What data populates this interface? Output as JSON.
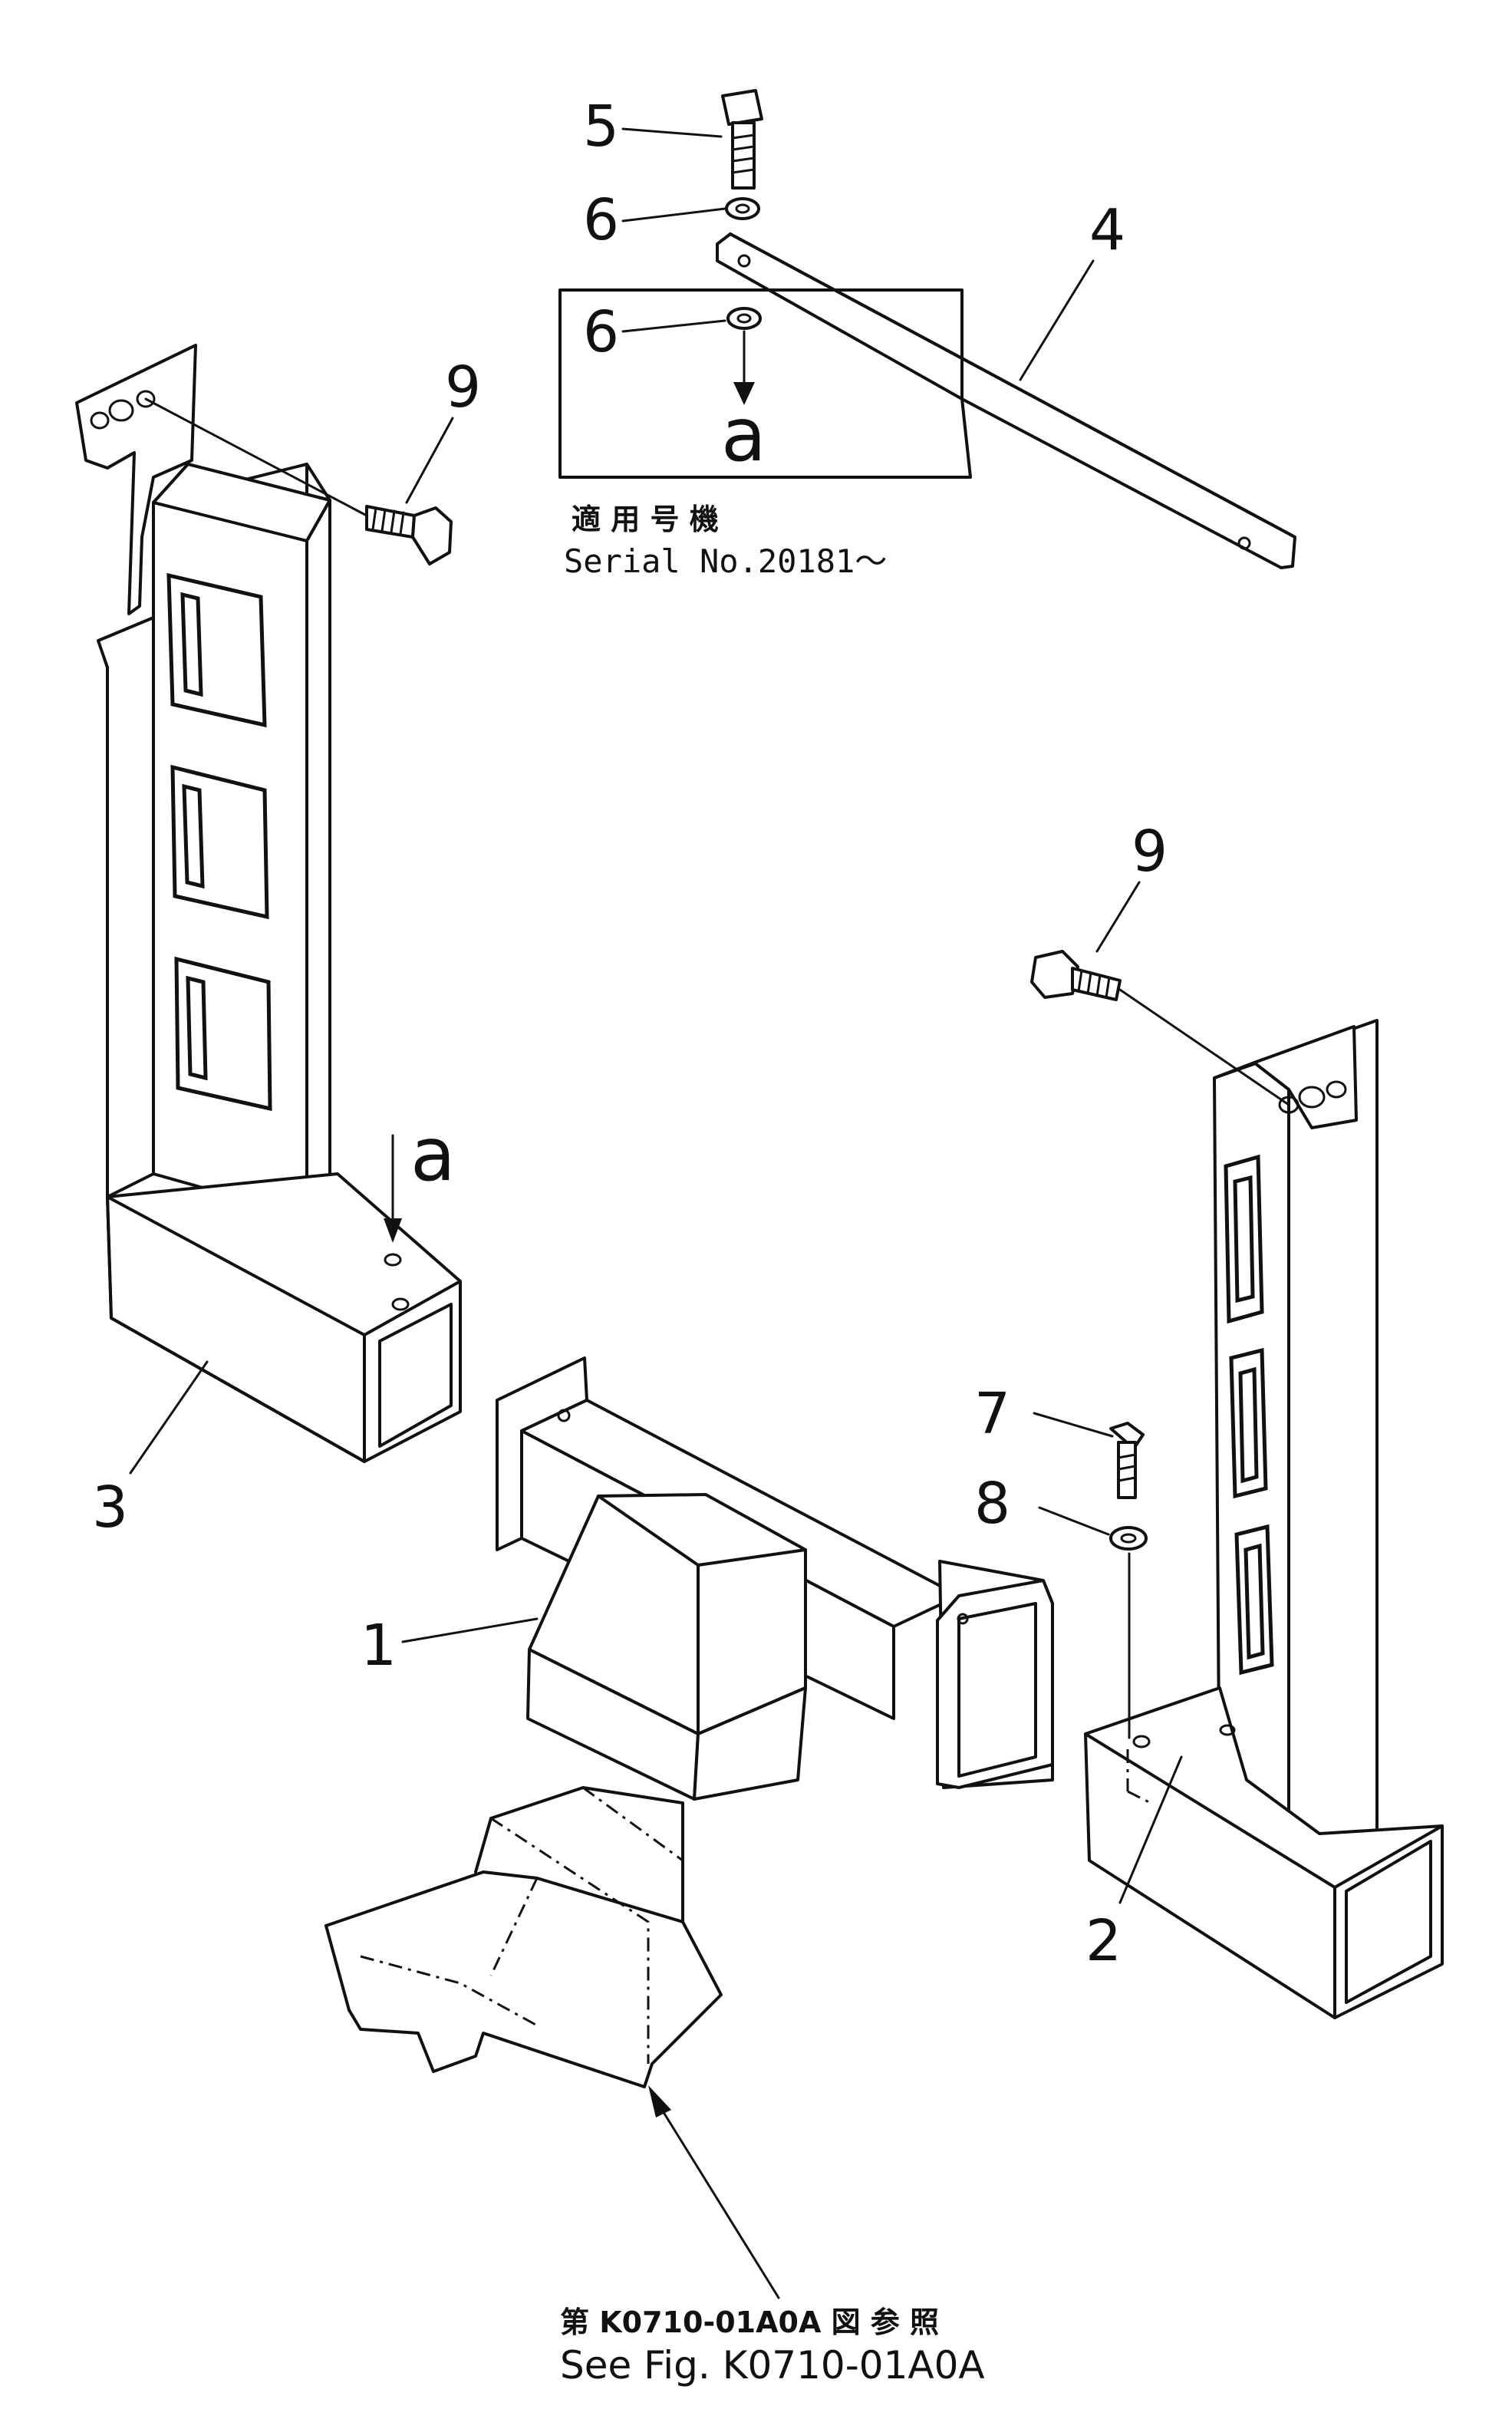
{
  "diagram": {
    "callouts": {
      "c1": "1",
      "c2": "2",
      "c3": "3",
      "c4": "4",
      "c5": "5",
      "c6a": "6",
      "c6b": "6",
      "c7": "7",
      "c8": "8",
      "c9a": "9",
      "c9b": "9"
    },
    "detail_letter_inset": "a",
    "detail_letter_main": "a",
    "serial_note": {
      "jp": "適 用 号 機",
      "en": "Serial No.20181〜"
    },
    "reference_note": {
      "jp": "第 K0710-01A0A 図 参 照",
      "en": "See Fig. K0710-01A0A"
    }
  }
}
